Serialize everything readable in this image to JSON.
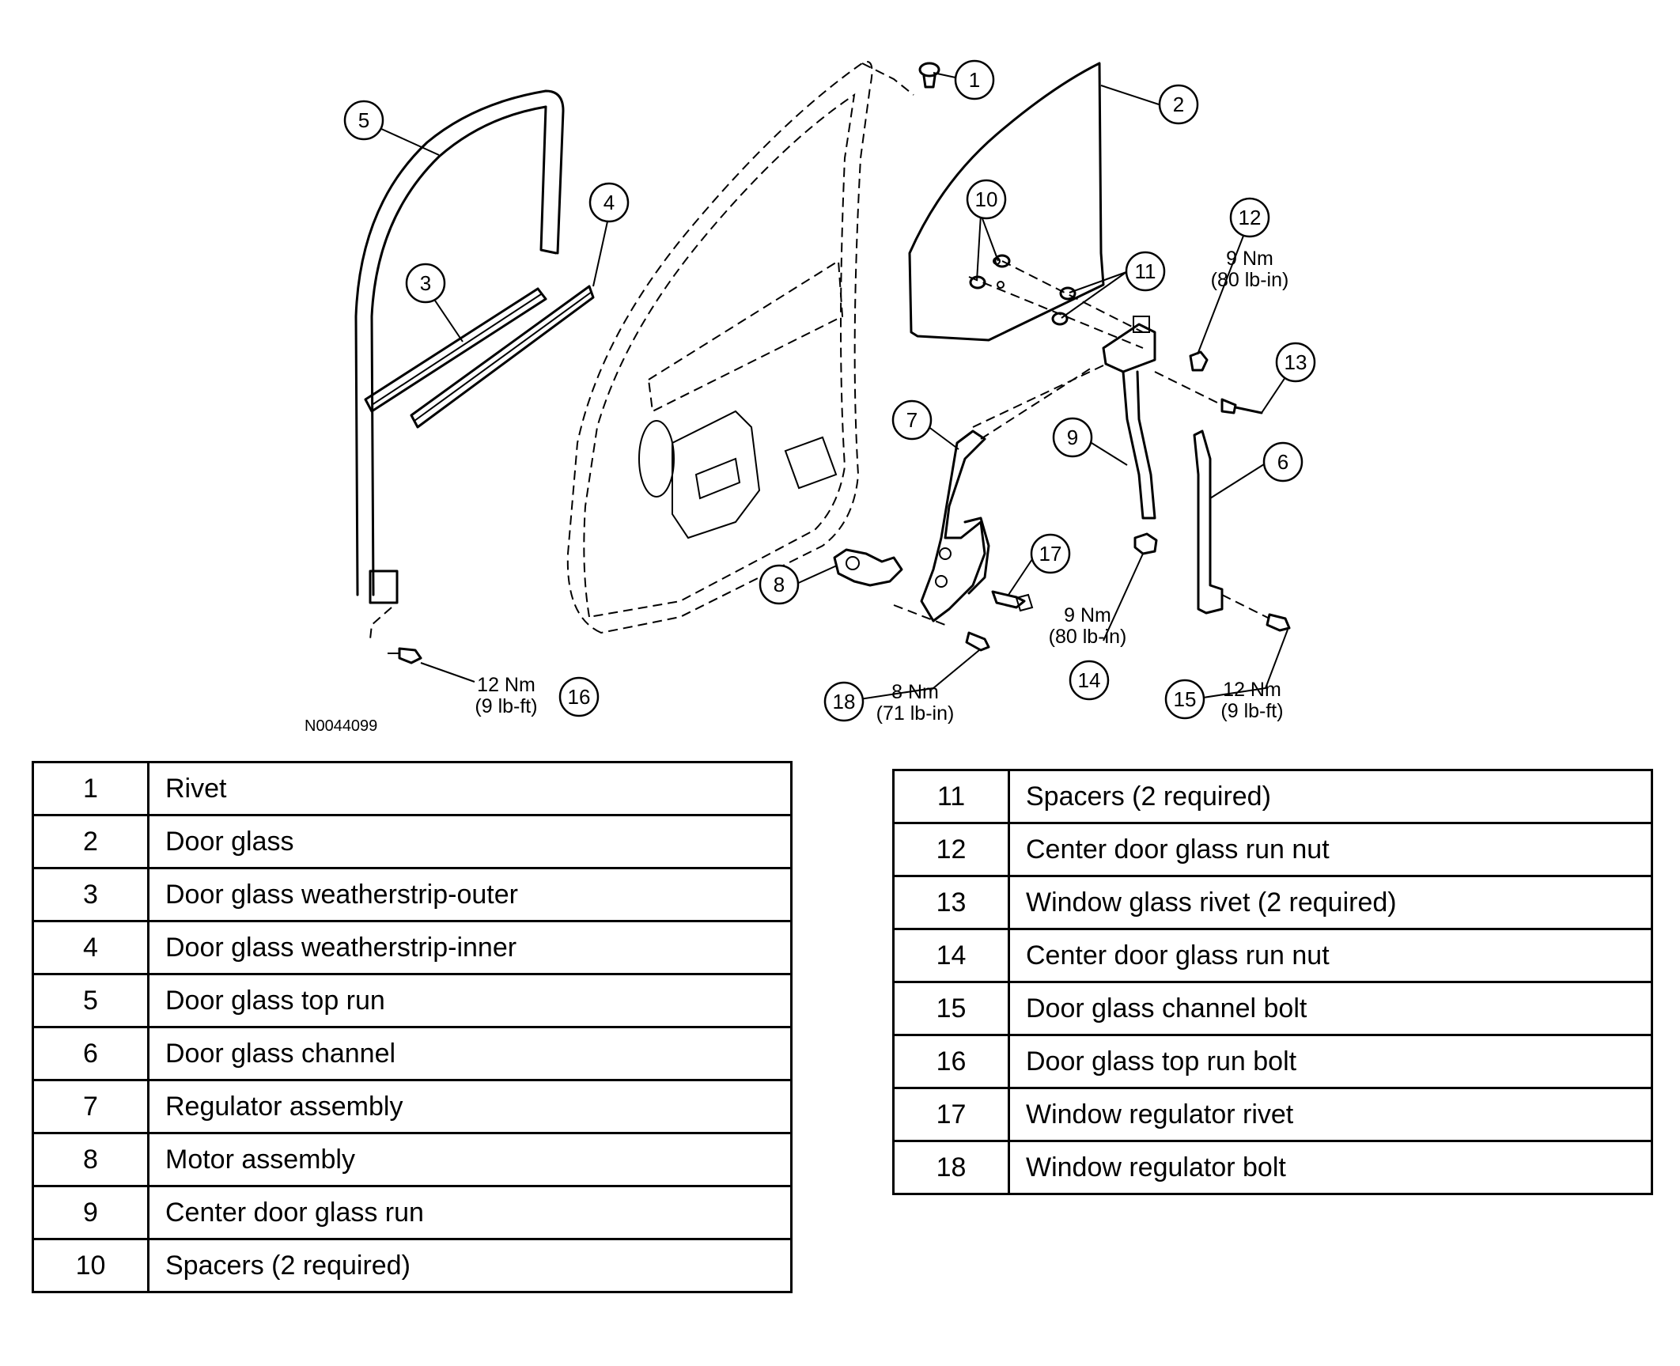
{
  "figure_code": "N0044099",
  "callouts": [
    {
      "id": "1"
    },
    {
      "id": "2"
    },
    {
      "id": "3"
    },
    {
      "id": "4"
    },
    {
      "id": "5"
    },
    {
      "id": "6"
    },
    {
      "id": "7"
    },
    {
      "id": "8"
    },
    {
      "id": "9"
    },
    {
      "id": "10"
    },
    {
      "id": "11"
    },
    {
      "id": "12"
    },
    {
      "id": "13"
    },
    {
      "id": "14"
    },
    {
      "id": "15"
    },
    {
      "id": "16"
    },
    {
      "id": "17"
    },
    {
      "id": "18"
    }
  ],
  "torques": {
    "t12": {
      "nm": "9 Nm",
      "imperial": "(80 lb-in)"
    },
    "t14": {
      "nm": "9 Nm",
      "imperial": "(80 lb-in)"
    },
    "t15": {
      "nm": "12 Nm",
      "imperial": "(9 lb-ft)"
    },
    "t16": {
      "nm": "12 Nm",
      "imperial": "(9 lb-ft)"
    },
    "t18": {
      "nm": "8 Nm",
      "imperial": "(71 lb-in)"
    }
  },
  "legend_left": [
    {
      "num": "1",
      "desc": "Rivet"
    },
    {
      "num": "2",
      "desc": "Door glass"
    },
    {
      "num": "3",
      "desc": "Door glass weatherstrip-outer"
    },
    {
      "num": "4",
      "desc": "Door glass weatherstrip-inner"
    },
    {
      "num": "5",
      "desc": "Door glass top run"
    },
    {
      "num": "6",
      "desc": "Door glass channel"
    },
    {
      "num": "7",
      "desc": "Regulator assembly"
    },
    {
      "num": "8",
      "desc": "Motor assembly"
    },
    {
      "num": "9",
      "desc": "Center door glass run"
    },
    {
      "num": "10",
      "desc": "Spacers (2 required)"
    }
  ],
  "legend_right": [
    {
      "num": "11",
      "desc": "Spacers (2 required)"
    },
    {
      "num": "12",
      "desc": "Center door glass run nut"
    },
    {
      "num": "13",
      "desc": "Window glass rivet (2 required)"
    },
    {
      "num": "14",
      "desc": "Center door glass run nut"
    },
    {
      "num": "15",
      "desc": "Door glass channel bolt"
    },
    {
      "num": "16",
      "desc": "Door glass top run bolt"
    },
    {
      "num": "17",
      "desc": "Window regulator rivet"
    },
    {
      "num": "18",
      "desc": "Window regulator bolt"
    }
  ]
}
